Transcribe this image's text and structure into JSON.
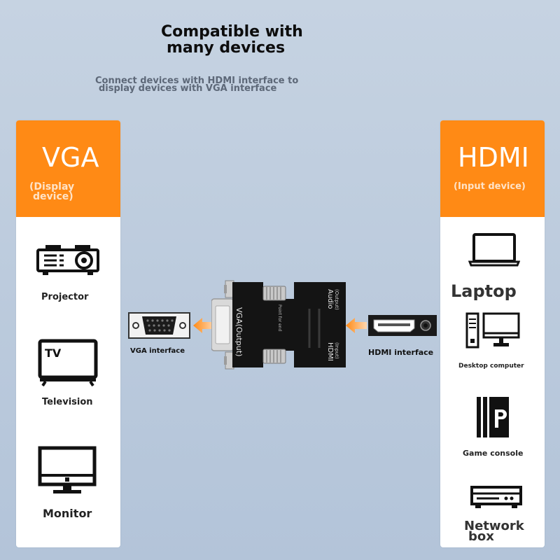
{
  "title": {
    "line1": "Compatible with",
    "line2": "many devices"
  },
  "subtitle": {
    "line1": "Connect devices with HDMI interface to",
    "line2": "display devices with VGA interface"
  },
  "left_panel": {
    "title": "VGA",
    "sub_line1": "(Display",
    "sub_line2": "device)",
    "devices": [
      {
        "label": "Projector",
        "icon": "projector-icon"
      },
      {
        "label": "Television",
        "icon": "tv-icon"
      },
      {
        "label": "Monitor",
        "icon": "monitor-icon"
      }
    ]
  },
  "right_panel": {
    "title": "HDMI",
    "sub": "(Input device)",
    "devices": [
      {
        "label": "Laptop",
        "icon": "laptop-icon"
      },
      {
        "label": "Desktop computer",
        "icon": "desktop-computer-icon"
      },
      {
        "label": "Game console",
        "icon": "game-console-icon"
      },
      {
        "label_line1": "Network",
        "label_line2": "box",
        "icon": "network-box-icon"
      }
    ]
  },
  "adapter": {
    "vga_text": "VGA(Output)",
    "audio_text": "Audio",
    "audio_sub": "(Output)",
    "hdmi_text": "HDMI",
    "hdmi_sub": "(Input)",
    "small_text": "Point for end"
  },
  "connectors": {
    "vga_caption": "VGA interface",
    "hdmi_caption": "HDMI interface"
  },
  "colors": {
    "accent": "#ff8a15",
    "panel": "#ffffff",
    "background": "#c1cfe0"
  }
}
